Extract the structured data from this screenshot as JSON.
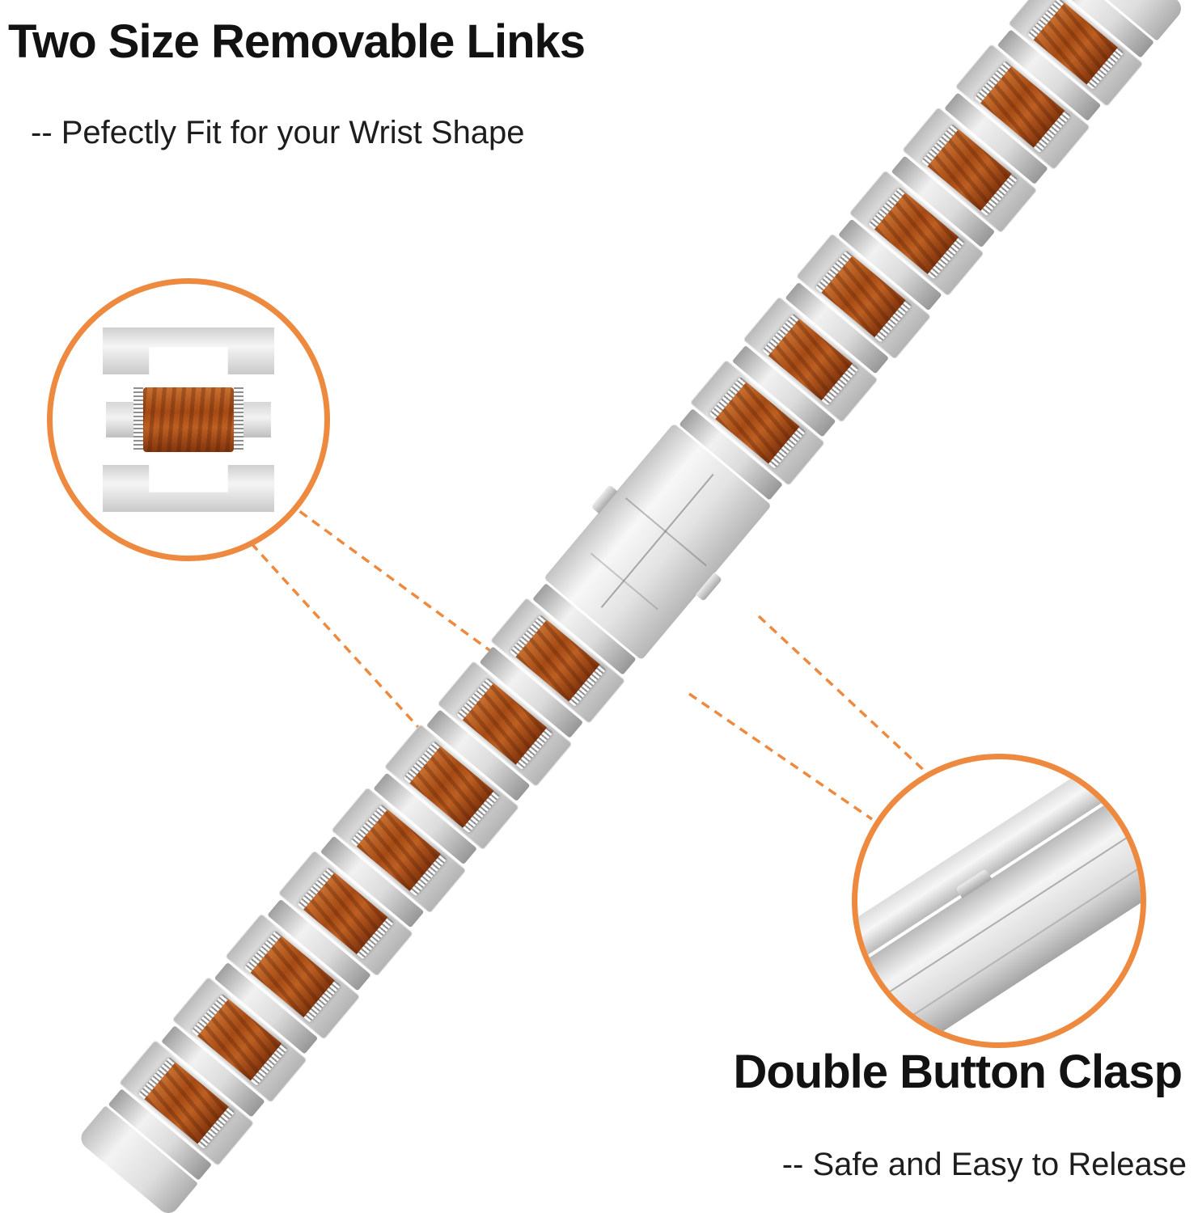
{
  "texts": {
    "top_title": "Two Size Removable Links",
    "top_subtitle": "-- Pefectly Fit for your Wrist Shape",
    "bottom_title": "Double Button Clasp",
    "bottom_subtitle": "-- Safe and Easy to Release"
  },
  "colors": {
    "background": "#ffffff",
    "text": "#111111",
    "accent_orange": "#ED8A3F",
    "steel_light": "#f5f5f5",
    "steel_mid": "#d9d9d9",
    "steel_dark": "#aeaeae",
    "wood_light": "#c86f30",
    "wood_mid": "#a44a14",
    "wood_dark": "#7a2d08"
  },
  "band": {
    "lower_link_count": 8,
    "upper_link_count": 7,
    "angle_deg": -50,
    "segments": [
      "end-cap",
      "wood-links",
      "double-button-clasp",
      "wood-links",
      "end-cap"
    ]
  },
  "callouts": {
    "removable_link": {
      "shape": "circle",
      "content": "removable-link-exploded-view"
    },
    "clasp": {
      "shape": "circle",
      "content": "double-button-clasp-closeup"
    }
  }
}
